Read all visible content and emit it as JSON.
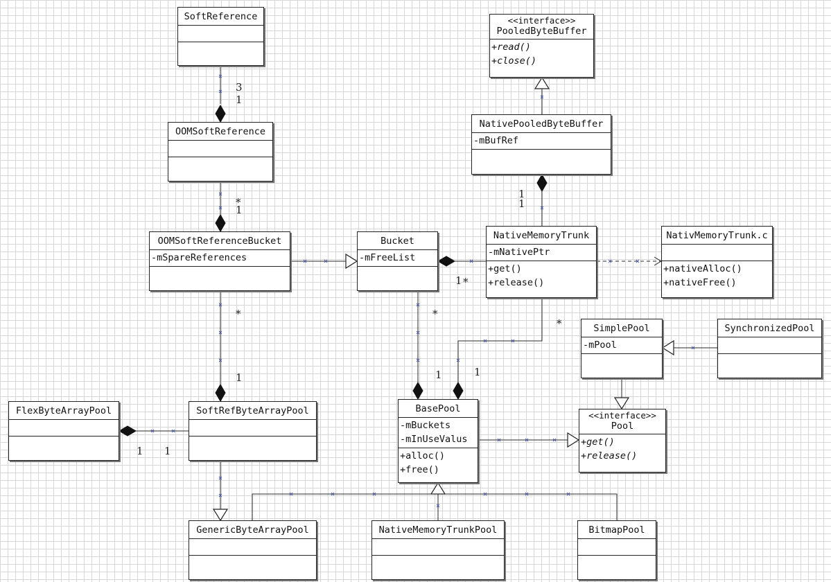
{
  "classes": {
    "soft_reference": {
      "name": "SoftReference",
      "attributes": [],
      "operations": []
    },
    "oom_soft_reference": {
      "name": "OOMSoftReference",
      "attributes": [],
      "operations": []
    },
    "oom_soft_reference_bucket": {
      "name": "OOMSoftReferenceBucket",
      "attributes": [
        "-mSpareReferences"
      ],
      "operations": []
    },
    "bucket": {
      "name": "Bucket",
      "attributes": [
        "-mFreeList"
      ],
      "operations": []
    },
    "pooled_byte_buffer": {
      "stereotype": "<<interface>>",
      "name": "PooledByteBuffer",
      "attributes": [],
      "operations": [
        "+read()",
        "+close()"
      ]
    },
    "native_pooled_byte_buffer": {
      "name": "NativePooledByteBuffer",
      "attributes": [
        "-mBufRef"
      ],
      "operations": []
    },
    "native_memory_trunk": {
      "name": "NativeMemoryTrunk",
      "attributes": [
        "-mNativePtr"
      ],
      "operations": [
        "+get()",
        "+release()"
      ]
    },
    "nativ_memory_trunk_c": {
      "name": "NativMemoryTrunk.c",
      "attributes": [],
      "operations": [
        "+nativeAlloc()",
        "+nativeFree()"
      ]
    },
    "simple_pool": {
      "name": "SimplePool",
      "attributes": [
        "-mPool"
      ],
      "operations": []
    },
    "synchronized_pool": {
      "name": "SynchronizedPool",
      "attributes": [],
      "operations": []
    },
    "pool": {
      "stereotype": "<<interface>>",
      "name": "Pool",
      "attributes": [],
      "operations": [
        "+get()",
        "+release()"
      ]
    },
    "base_pool": {
      "name": "BasePool",
      "attributes": [
        "-mBuckets",
        "-mInUseValus"
      ],
      "operations": [
        "+alloc()",
        "+free()"
      ]
    },
    "flex_byte_array_pool": {
      "name": "FlexByteArrayPool",
      "attributes": [],
      "operations": []
    },
    "soft_ref_byte_array_pool": {
      "name": "SoftRefByteArrayPool",
      "attributes": [],
      "operations": []
    },
    "generic_byte_array_pool": {
      "name": "GenericByteArrayPool",
      "attributes": [],
      "operations": []
    },
    "native_memory_trunk_pool": {
      "name": "NativeMemoryTrunkPool",
      "attributes": [],
      "operations": []
    },
    "bitmap_pool": {
      "name": "BitmapPool",
      "attributes": [],
      "operations": []
    }
  },
  "relations": [
    {
      "type": "composition",
      "from": "oom_soft_reference",
      "to": "soft_reference",
      "multiplicity_whole": "1",
      "multiplicity_part": "3"
    },
    {
      "type": "composition",
      "from": "oom_soft_reference_bucket",
      "to": "oom_soft_reference",
      "multiplicity_whole": "1",
      "multiplicity_part": "*"
    },
    {
      "type": "composition",
      "from": "soft_ref_byte_array_pool",
      "to": "oom_soft_reference_bucket",
      "multiplicity_whole": "1",
      "multiplicity_part": "*"
    },
    {
      "type": "generalization",
      "from": "oom_soft_reference_bucket",
      "to": "bucket"
    },
    {
      "type": "composition",
      "from": "bucket",
      "to": "native_memory_trunk",
      "multiplicity_whole": "1",
      "multiplicity_part": "*"
    },
    {
      "type": "realization",
      "from": "native_pooled_byte_buffer",
      "to": "pooled_byte_buffer"
    },
    {
      "type": "composition",
      "from": "native_pooled_byte_buffer",
      "to": "native_memory_trunk",
      "multiplicity_whole": "1",
      "multiplicity_part": "1"
    },
    {
      "type": "dependency",
      "from": "native_memory_trunk",
      "to": "nativ_memory_trunk_c"
    },
    {
      "type": "composition",
      "from": "base_pool",
      "to": "bucket",
      "multiplicity_whole": "1",
      "multiplicity_part": "*"
    },
    {
      "type": "composition",
      "from": "base_pool",
      "to": "native_memory_trunk",
      "multiplicity_whole": "1",
      "multiplicity_part": "*"
    },
    {
      "type": "generalization",
      "from": "synchronized_pool",
      "to": "simple_pool"
    },
    {
      "type": "realization",
      "from": "simple_pool",
      "to": "pool"
    },
    {
      "type": "realization",
      "from": "base_pool",
      "to": "pool"
    },
    {
      "type": "composition",
      "from": "flex_byte_array_pool",
      "to": "soft_ref_byte_array_pool",
      "multiplicity_whole": "1",
      "multiplicity_part": "1"
    },
    {
      "type": "generalization",
      "from": "soft_ref_byte_array_pool",
      "to": "generic_byte_array_pool"
    },
    {
      "type": "generalization",
      "from": "generic_byte_array_pool",
      "to": "base_pool"
    },
    {
      "type": "generalization",
      "from": "native_memory_trunk_pool",
      "to": "base_pool"
    },
    {
      "type": "generalization",
      "from": "bitmap_pool",
      "to": "base_pool"
    }
  ]
}
